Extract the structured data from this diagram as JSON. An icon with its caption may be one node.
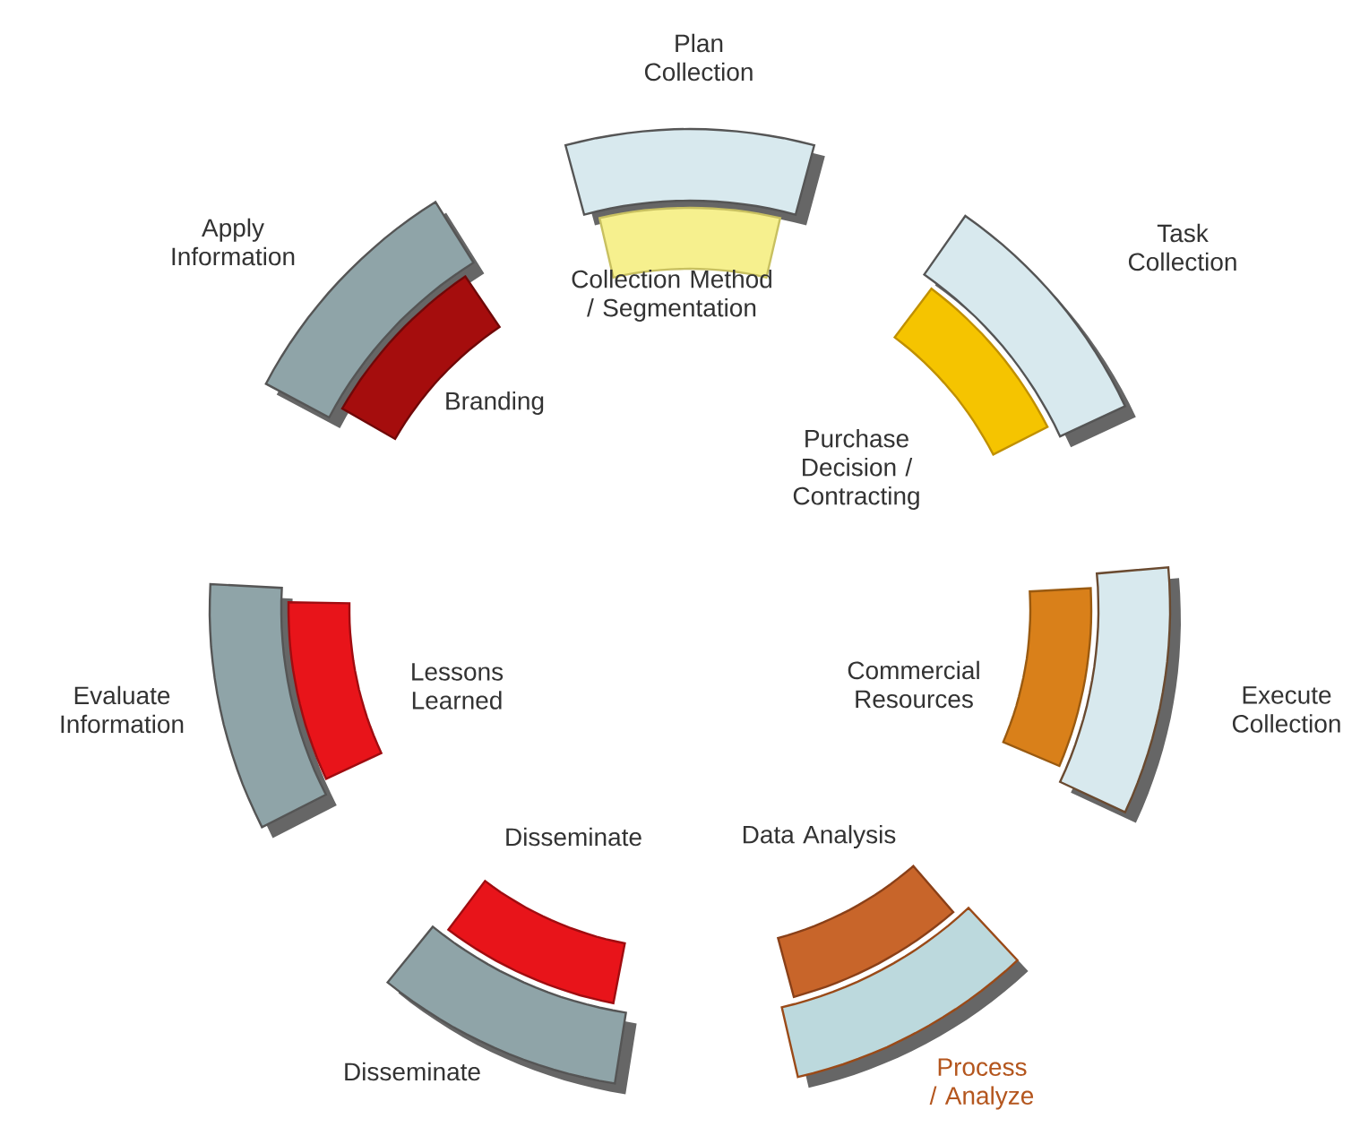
{
  "diagram": {
    "nodes": [
      {
        "text": [
          "Plan Collection"
        ]
      },
      {
        "text": [
          "Collection Method / Segmentation"
        ]
      },
      {
        "text": [
          "Task Collection"
        ]
      },
      {
        "text": [
          "Purchase Decision / Contracting"
        ]
      },
      {
        "text": [
          "Execute Collection"
        ]
      },
      {
        "text": [
          "Commercial Resources"
        ]
      },
      {
        "text": [
          "Process / Analyze"
        ]
      },
      {
        "text": [
          "Data Analysis"
        ]
      },
      {
        "text": [
          "Disseminate"
        ]
      },
      {
        "text": [
          "Disseminate"
        ]
      },
      {
        "text": [
          "Evaluate Information"
        ]
      },
      {
        "text": [
          "Lessons Learned"
        ]
      },
      {
        "text": [
          "Apply Information"
        ]
      },
      {
        "text": [
          "Branding"
        ]
      }
    ]
  }
}
